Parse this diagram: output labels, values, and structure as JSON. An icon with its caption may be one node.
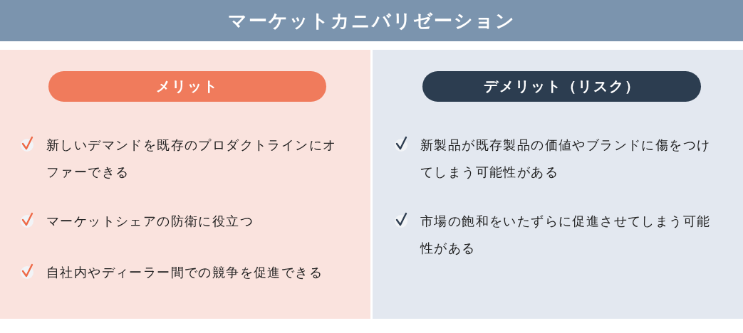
{
  "diagram": {
    "nodes": [
      {
        "text": [
          "マーケットカニバリゼーション"
        ]
      },
      {
        "text": [
          "新しいデマンドを既存のプロダクトラインにオファーできる",
          "マーケットシェアの防衛に役立つ",
          "自社内やディーラー間での競争を促進できる"
        ]
      },
      {
        "text": [
          "メリット"
        ],
        "in": 1
      },
      {
        "text": [
          "新製品が既存製品の価値やブランドに傷をつけてしまう可能性がある",
          "市場の飽和をいたずらに促進させてしまう可能性がある"
        ]
      },
      {
        "text": [
          "デメリット（リスク）"
        ],
        "in": 3
      }
    ]
  }
}
